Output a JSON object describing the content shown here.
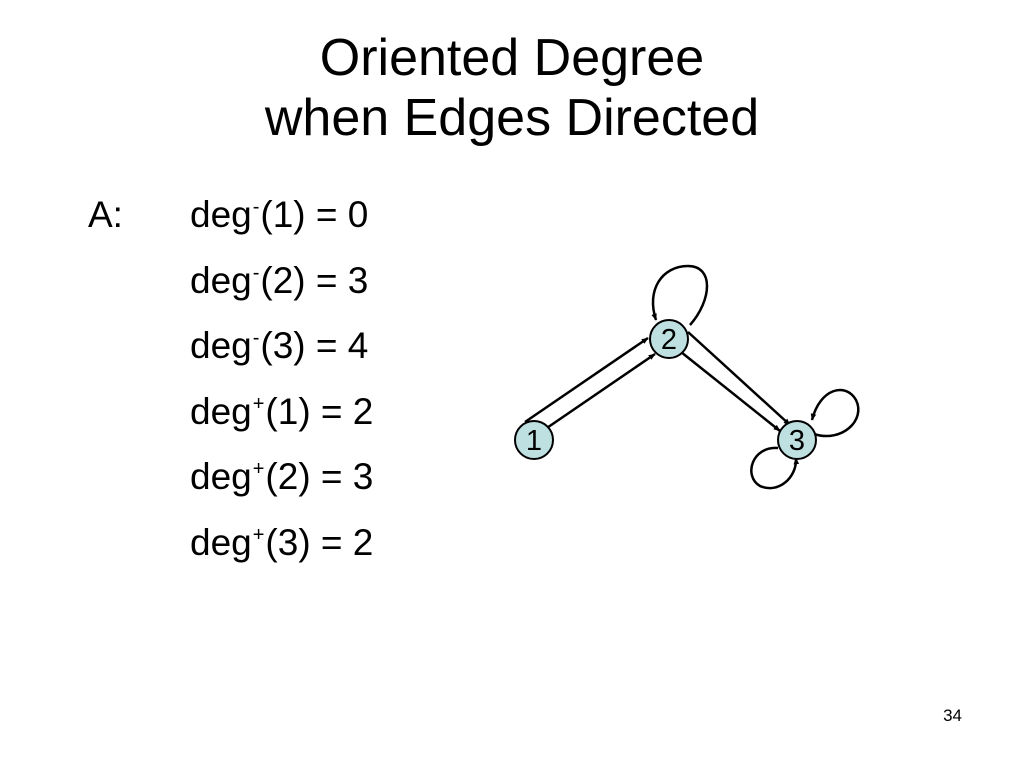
{
  "slide": {
    "title_line1": "Oriented Degree",
    "title_line2": "when Edges Directed",
    "answer_label": "A:",
    "page_number": "34"
  },
  "equations": [
    {
      "base": "deg",
      "sign": "-",
      "rest": "(1) = 0"
    },
    {
      "base": "deg",
      "sign": "-",
      "rest": "(2) = 3"
    },
    {
      "base": "deg",
      "sign": "-",
      "rest": "(3) = 4"
    },
    {
      "base": "deg",
      "sign": "+",
      "rest": "(1) = 2"
    },
    {
      "base": "deg",
      "sign": "+",
      "rest": "(2) = 3"
    },
    {
      "base": "deg",
      "sign": "+",
      "rest": "(3) = 2"
    }
  ],
  "graph": {
    "node_color": "#bfe0e0",
    "nodes": [
      {
        "id": "1",
        "label": "1"
      },
      {
        "id": "2",
        "label": "2"
      },
      {
        "id": "3",
        "label": "3"
      }
    ],
    "edges": [
      {
        "from": "1",
        "to": "2"
      },
      {
        "from": "1",
        "to": "2"
      },
      {
        "from": "2",
        "to": "3"
      },
      {
        "from": "2",
        "to": "3"
      },
      {
        "from": "2",
        "to": "2"
      },
      {
        "from": "3",
        "to": "3"
      },
      {
        "from": "3",
        "to": "3"
      }
    ]
  }
}
